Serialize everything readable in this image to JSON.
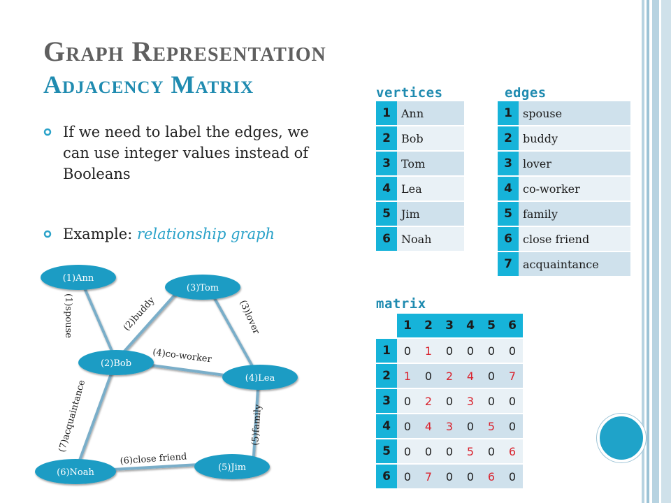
{
  "title": "Graph Representation",
  "subtitle": "Adjacency Matrix",
  "bullets": {
    "b1": "If we need to label the edges, we can use integer values instead of Booleans",
    "b2_prefix": "Example: ",
    "b2_accent": "relationship graph"
  },
  "vertices": {
    "label": "vertices",
    "items": [
      {
        "id": "1",
        "name": "Ann"
      },
      {
        "id": "2",
        "name": "Bob"
      },
      {
        "id": "3",
        "name": "Tom"
      },
      {
        "id": "4",
        "name": "Lea"
      },
      {
        "id": "5",
        "name": "Jim"
      },
      {
        "id": "6",
        "name": "Noah"
      }
    ]
  },
  "edges": {
    "label": "edges",
    "items": [
      {
        "id": "1",
        "name": "spouse"
      },
      {
        "id": "2",
        "name": "buddy"
      },
      {
        "id": "3",
        "name": "lover"
      },
      {
        "id": "4",
        "name": "co-worker"
      },
      {
        "id": "5",
        "name": "family"
      },
      {
        "id": "6",
        "name": "close friend"
      },
      {
        "id": "7",
        "name": "acquaintance"
      }
    ]
  },
  "matrix": {
    "label": "matrix",
    "headers": [
      "1",
      "2",
      "3",
      "4",
      "5",
      "6"
    ],
    "rows": [
      {
        "label": "1",
        "values": [
          "0",
          "1",
          "0",
          "0",
          "0",
          "0"
        ]
      },
      {
        "label": "2",
        "values": [
          "1",
          "0",
          "2",
          "4",
          "0",
          "7"
        ]
      },
      {
        "label": "3",
        "values": [
          "0",
          "2",
          "0",
          "3",
          "0",
          "0"
        ]
      },
      {
        "label": "4",
        "values": [
          "0",
          "4",
          "3",
          "0",
          "5",
          "0"
        ]
      },
      {
        "label": "5",
        "values": [
          "0",
          "0",
          "0",
          "5",
          "0",
          "6"
        ]
      },
      {
        "label": "6",
        "values": [
          "0",
          "7",
          "0",
          "0",
          "6",
          "0"
        ]
      }
    ]
  },
  "graph": {
    "nodes": {
      "ann": "(1)Ann",
      "tom": "(3)Tom",
      "bob": "(2)Bob",
      "lea": "(4)Lea",
      "noah": "(6)Noah",
      "jim": "(5)Jim"
    },
    "edges": {
      "spouse": "(1)spouse",
      "buddy": "(2)buddy",
      "lover": "(3)lover",
      "coworker": "(4)co-worker",
      "family": "(5)family",
      "closefriend": "(6)close friend",
      "acquaintance": "(7)acquaintance"
    }
  },
  "colors": {
    "accent": "#1f8bb0",
    "table_header": "#16b3d9",
    "node_fill": "#1c9cc4",
    "nonzero_value": "#d9232e"
  }
}
